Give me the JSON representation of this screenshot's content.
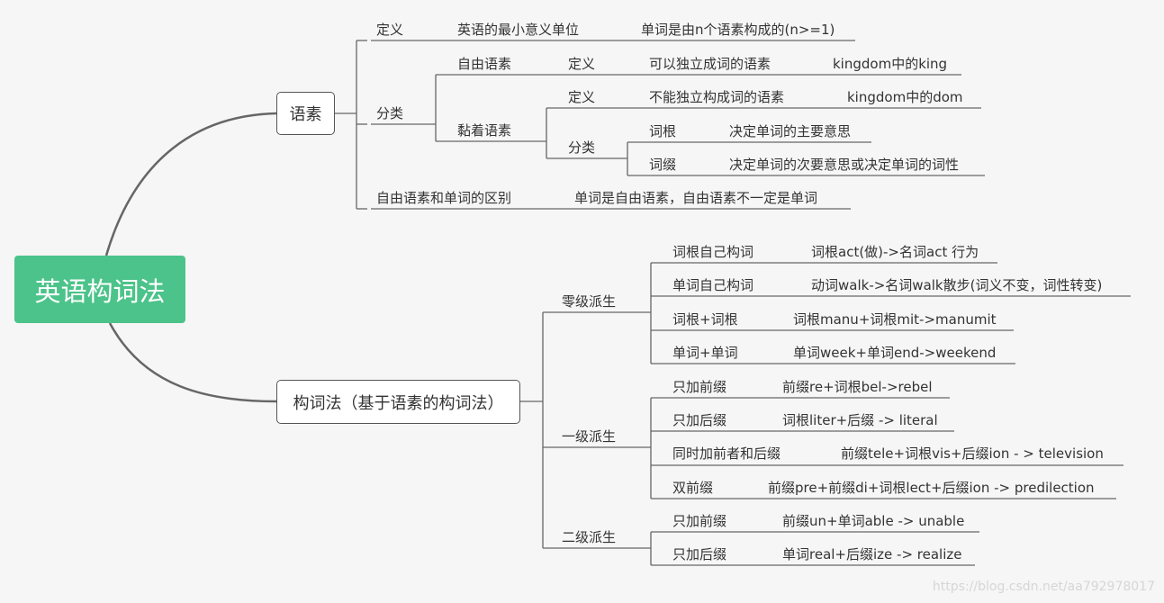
{
  "root": "英语构词法",
  "node_morpheme": "语素",
  "node_wordformation": "构词法（基于语素的构词法）",
  "m": {
    "def": "定义",
    "def_text": "英语的最小意义单位",
    "def_note": "单词是由n个语素构成的(n>=1)",
    "classify": "分类",
    "free": "自由语素",
    "free_def": "定义",
    "free_def_text": "可以独立成词的语素",
    "free_example": "kingdom中的king",
    "bound": "黏着语素",
    "bound_def": "定义",
    "bound_def_text": "不能独立构成词的语素",
    "bound_example": "kingdom中的dom",
    "bound_classify": "分类",
    "root": "词根",
    "root_text": "决定单词的主要意思",
    "affix": "词缀",
    "affix_text": "决定单词的次要意思或决定单词的词性",
    "diff": "自由语素和单词的区别",
    "diff_text": "单词是自由语素，自由语素不一定是单词"
  },
  "w": {
    "zero": "零级派生",
    "z1": "词根自己构词",
    "z1_ex": "词根act(做)->名词act 行为",
    "z2": "单词自己构词",
    "z2_ex": "动词walk->名词walk散步(词义不变，词性转变)",
    "z3": "词根+词根",
    "z3_ex": "词根manu+词根mit->manumit",
    "z4": "单词+单词",
    "z4_ex": "单词week+单词end->weekend",
    "one": "一级派生",
    "o1": "只加前缀",
    "o1_ex": "前缀re+词根bel->rebel",
    "o2": "只加后缀",
    "o2_ex": "词根liter+后缀 -> literal",
    "o3": "同时加前者和后缀",
    "o3_ex": "前缀tele+词根vis+后缀ion - > television",
    "o4": "双前缀",
    "o4_ex": "前缀pre+前缀di+词根lect+后缀ion -> predilection",
    "two": "二级派生",
    "t1": "只加前缀",
    "t1_ex": "前缀un+单词able -> unable",
    "t2": "只加后缀",
    "t2_ex": "单词real+后缀ize -> realize"
  },
  "watermark": "https://blog.csdn.net/aa792978017",
  "colors": {
    "root_bg": "#4cc38a",
    "line": "#666666",
    "background": "#f6f6f6"
  }
}
